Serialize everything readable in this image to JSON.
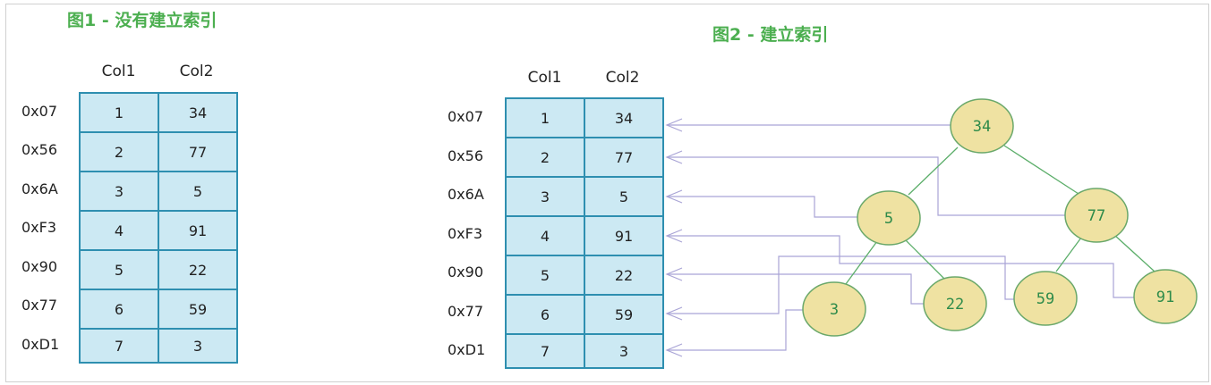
{
  "fig1": {
    "title": "图1 - 没有建立索引",
    "headers": [
      "Col1",
      "Col2"
    ],
    "rows": [
      {
        "addr": "0x07",
        "col1": "1",
        "col2": "34"
      },
      {
        "addr": "0x56",
        "col1": "2",
        "col2": "77"
      },
      {
        "addr": "0x6A",
        "col1": "3",
        "col2": "5"
      },
      {
        "addr": "0xF3",
        "col1": "4",
        "col2": "91"
      },
      {
        "addr": "0x90",
        "col1": "5",
        "col2": "22"
      },
      {
        "addr": "0x77",
        "col1": "6",
        "col2": "59"
      },
      {
        "addr": "0xD1",
        "col1": "7",
        "col2": "3"
      }
    ]
  },
  "fig2": {
    "title": "图2 - 建立索引",
    "headers": [
      "Col1",
      "Col2"
    ],
    "rows": [
      {
        "addr": "0x07",
        "col1": "1",
        "col2": "34"
      },
      {
        "addr": "0x56",
        "col1": "2",
        "col2": "77"
      },
      {
        "addr": "0x6A",
        "col1": "3",
        "col2": "5"
      },
      {
        "addr": "0xF3",
        "col1": "4",
        "col2": "91"
      },
      {
        "addr": "0x90",
        "col1": "5",
        "col2": "22"
      },
      {
        "addr": "0x77",
        "col1": "6",
        "col2": "59"
      },
      {
        "addr": "0xD1",
        "col1": "7",
        "col2": "3"
      }
    ],
    "tree": {
      "nodes": [
        {
          "id": "n34",
          "label": "34",
          "points_to_row": 0
        },
        {
          "id": "n5",
          "label": "5",
          "points_to_row": 2
        },
        {
          "id": "n77",
          "label": "77",
          "points_to_row": 1
        },
        {
          "id": "n3",
          "label": "3",
          "points_to_row": 6
        },
        {
          "id": "n22",
          "label": "22",
          "points_to_row": 4
        },
        {
          "id": "n59",
          "label": "59",
          "points_to_row": 5
        },
        {
          "id": "n91",
          "label": "91",
          "points_to_row": 3
        }
      ],
      "edges": [
        [
          "n34",
          "n5"
        ],
        [
          "n34",
          "n77"
        ],
        [
          "n5",
          "n3"
        ],
        [
          "n5",
          "n22"
        ],
        [
          "n77",
          "n59"
        ],
        [
          "n77",
          "n91"
        ]
      ]
    }
  },
  "colors": {
    "title": "#4caf50",
    "cell_fill": "#cce9f3",
    "cell_border": "#2e8fb0",
    "node_fill": "#efe2a2",
    "node_stroke": "#6aa86a",
    "edge": "#5cae6a",
    "pointer": "#a9a4d6"
  }
}
